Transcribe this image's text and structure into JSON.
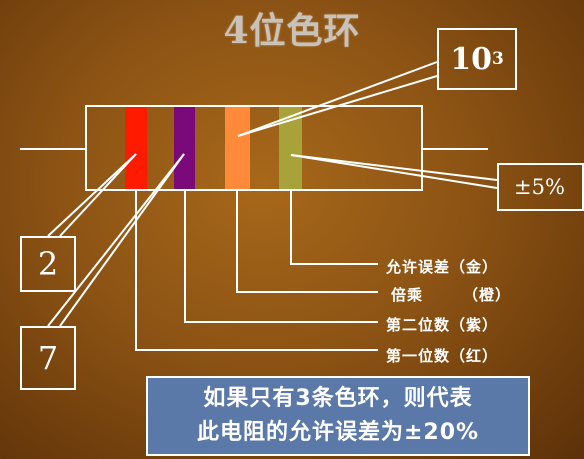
{
  "title": "4位色环",
  "bands": [
    {
      "name": "red",
      "color": "#ff1a00"
    },
    {
      "name": "purple",
      "color": "#7a0a7a"
    },
    {
      "name": "orange",
      "color": "#ff8a3a"
    },
    {
      "name": "gold",
      "color": "#a8a23a"
    }
  ],
  "multiplier": {
    "base": "10",
    "exp": "3"
  },
  "tolerance": "±5%",
  "digits": [
    "2",
    "7"
  ],
  "labels": [
    "允许误差（金）",
    "倍乘",
    "（橙）",
    "第二位数（紫）",
    "第一位数（红）"
  ],
  "note": {
    "line1": "如果只有3条色环，则代表",
    "line2": "此电阻的允许误差为±20%"
  },
  "colors": {
    "line": "#ffffff",
    "note_bg": "#5a78a8"
  }
}
